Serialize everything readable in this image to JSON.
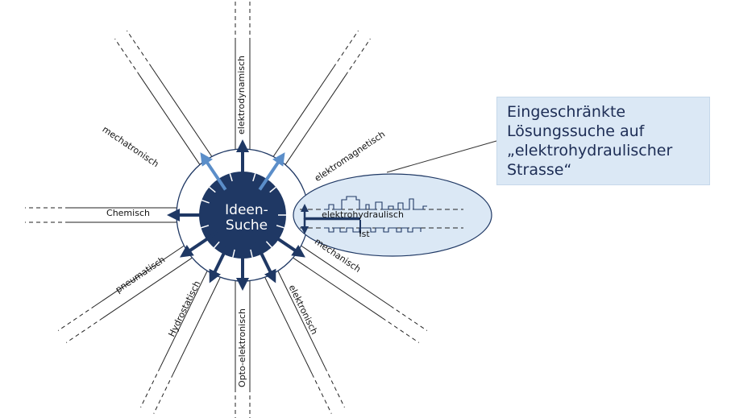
{
  "center": {
    "line1": "Ideen-",
    "line2": "Suche"
  },
  "roads": {
    "elektrodynamisch": "elektrodynamisch",
    "elektromagnetisch": "elektromagnetisch",
    "mechatronisch": "mechatronisch",
    "chemisch": "Chemisch",
    "pneumatisch": "pneumatisch",
    "hydrostatisch": "Hydrostatisch",
    "opto_elektronisch": "Opto-elektronisch",
    "elektronisch": "elektronisch",
    "mechanisch": "mechanisch"
  },
  "inset": {
    "road_label": "elektrohydraulisch",
    "ist_label": "Ist"
  },
  "callout": {
    "text": "Eingeschränkte\nLösungssuche auf\n„elektrohydraulischer\nStrasse“"
  },
  "colors": {
    "hub": "#1f3864",
    "arrow_dark": "#1f3864",
    "arrow_light": "#5b8ec9",
    "ellipse_fill": "#dbe8f5",
    "callout_fill": "#dbe8f5"
  }
}
